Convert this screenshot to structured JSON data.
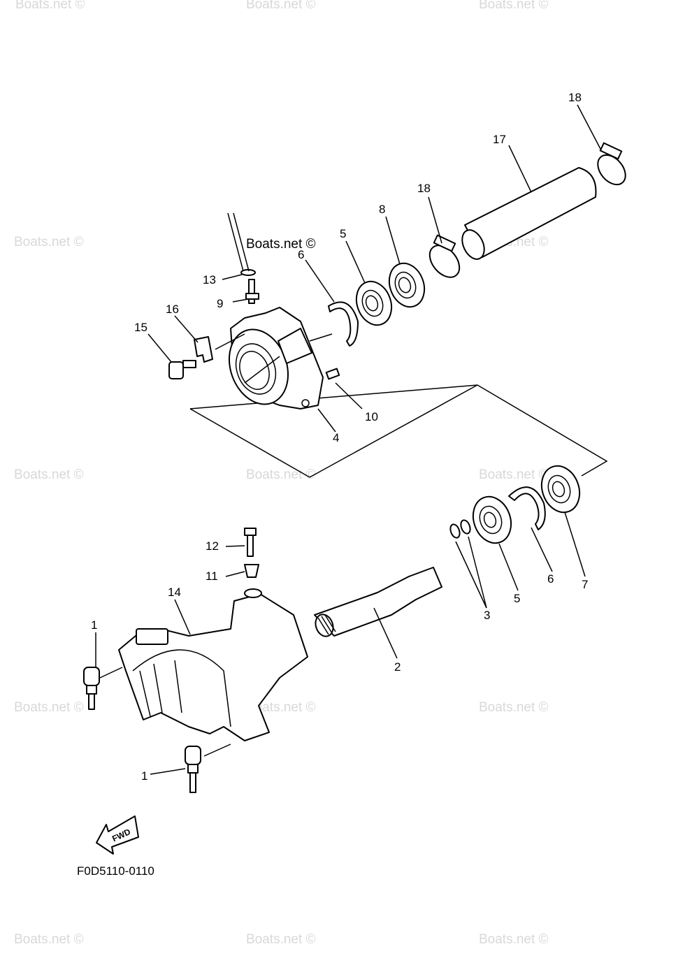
{
  "callouts": {
    "c1a": "1",
    "c1b": "1",
    "c2": "2",
    "c3": "3",
    "c4": "4",
    "c5a": "5",
    "c5b": "5",
    "c6a": "6",
    "c6b": "6",
    "c7": "7",
    "c8": "8",
    "c9": "9",
    "c10": "10",
    "c11": "11",
    "c12": "12",
    "c13": "13",
    "c14": "14",
    "c15": "15",
    "c16": "16",
    "c17": "17",
    "c18a": "18",
    "c18b": "18"
  },
  "fwd_label": "FWD",
  "diagram_code": "F0D5110-0110",
  "watermark": "Boats.net ©",
  "watermark_main": "Boats.net ©",
  "colors": {
    "line": "#000000",
    "watermark": "#d8d8d8",
    "background": "#ffffff"
  }
}
